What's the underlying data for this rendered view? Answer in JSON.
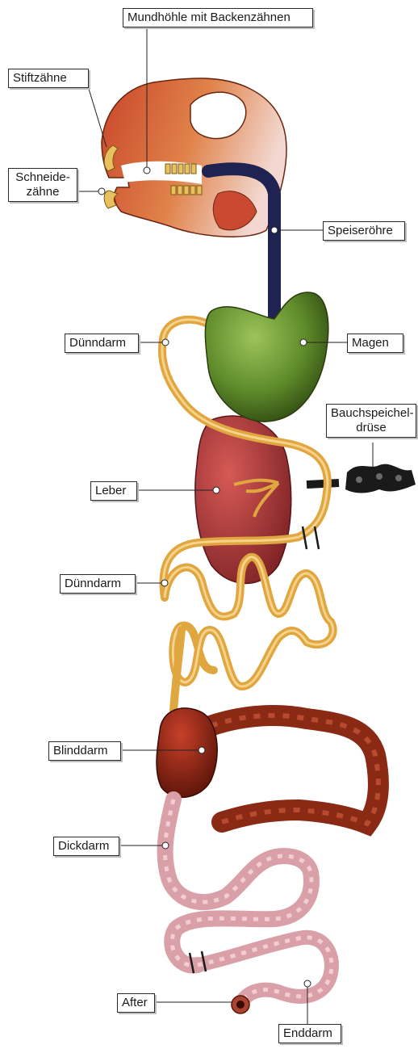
{
  "labels": {
    "mundhoehle": "Mundhöhle mit Backenzähnen",
    "stiftzaehne": "Stiftzähne",
    "schneidezaehne_1": "Schneide-",
    "schneidezaehne_2": "zähne",
    "speiseroehre": "Speiseröhre",
    "duenndarm_1": "Dünndarm",
    "magen": "Magen",
    "bauchspeicheldruese_1": "Bauchspeichel-",
    "bauchspeicheldruese_2": "drüse",
    "leber": "Leber",
    "duenndarm_2": "Dünndarm",
    "blinddarm": "Blinddarm",
    "dickdarm": "Dickdarm",
    "after": "After",
    "enddarm": "Enddarm"
  },
  "colors": {
    "skull": "#d9643a",
    "esophagus": "#1f2352",
    "stomach": "#5e8a2a",
    "liver": "#a8393a",
    "small_intestine": "#e0a640",
    "pancreas": "#1a1a1a",
    "large_intestine": "#8a2a14",
    "colon": "#d9a0a8",
    "leader": "#222222"
  }
}
